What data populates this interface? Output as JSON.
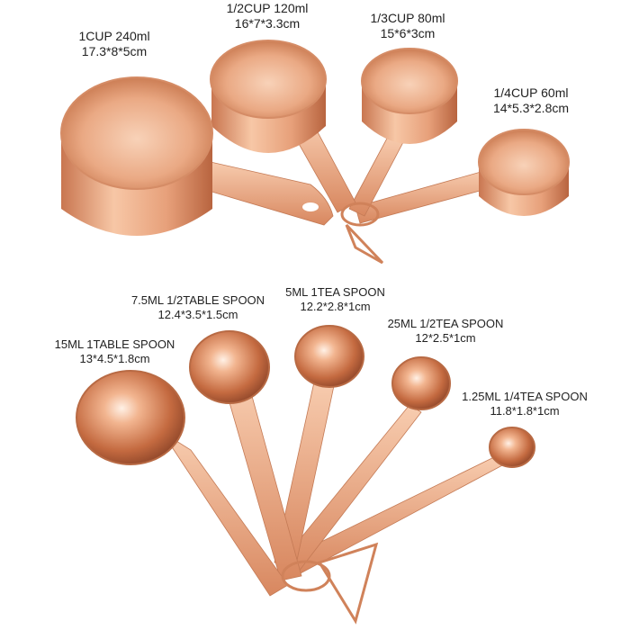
{
  "colors": {
    "copper_light": "#f6c2a0",
    "copper_mid": "#e49a73",
    "copper_dark": "#b8643f",
    "background": "#ffffff",
    "text": "#222222"
  },
  "cups": [
    {
      "name": "1CUP 240ml",
      "dims": "17.3*8*5cm"
    },
    {
      "name": "1/2CUP 120ml",
      "dims": "16*7*3.3cm"
    },
    {
      "name": "1/3CUP 80ml",
      "dims": "15*6*3cm"
    },
    {
      "name": "1/4CUP 60ml",
      "dims": "14*5.3*2.8cm"
    }
  ],
  "spoons": [
    {
      "name": "15ML 1TABLE SPOON",
      "dims": "13*4.5*1.8cm"
    },
    {
      "name": "7.5ML 1/2TABLE SPOON",
      "dims": "12.4*3.5*1.5cm"
    },
    {
      "name": "5ML 1TEA SPOON",
      "dims": "12.2*2.8*1cm"
    },
    {
      "name": "25ML 1/2TEA SPOON",
      "dims": "12*2.5*1cm"
    },
    {
      "name": "1.25ML 1/4TEA SPOON",
      "dims": "11.8*1.8*1cm"
    }
  ]
}
